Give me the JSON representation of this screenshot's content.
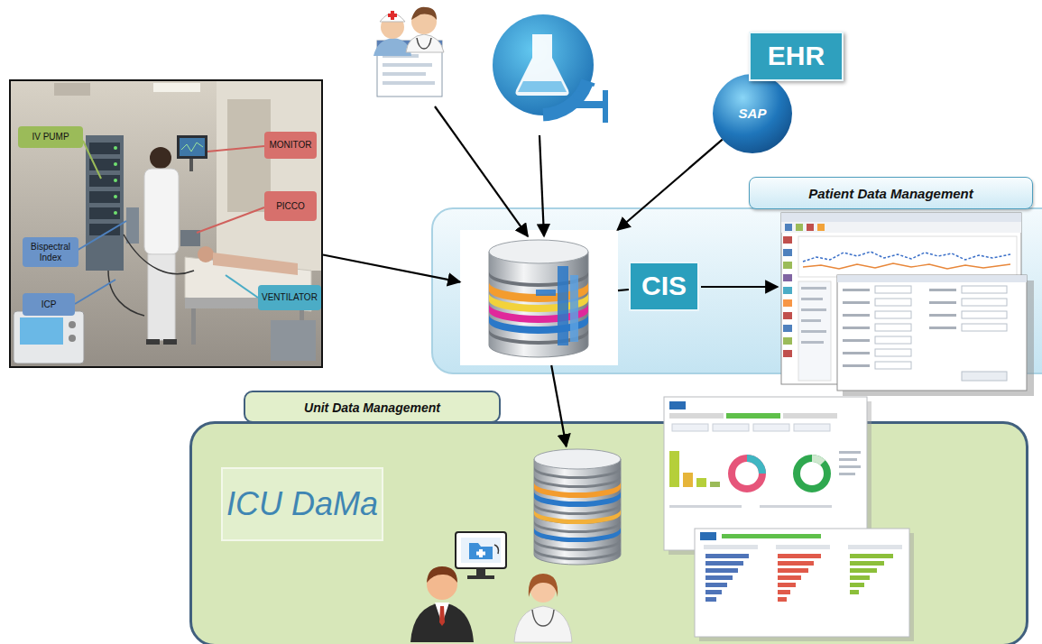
{
  "diagram": {
    "nodes": [
      {
        "text": []
      },
      {
        "text": [
          "IV PUMP"
        ],
        "in": 0
      },
      {
        "text": [
          "MONITOR"
        ],
        "in": 0
      },
      {
        "text": [
          "PICCO"
        ],
        "in": 0
      },
      {
        "text": [
          "Bispectral Index"
        ],
        "in": 0
      },
      {
        "text": [
          "ICP"
        ],
        "in": 0
      },
      {
        "text": [
          "VENTILATOR"
        ],
        "in": 0
      },
      {
        "text": [
          "EHR"
        ]
      },
      {
        "text": [
          "SAP"
        ]
      },
      {
        "text": [
          "Patient Data Management"
        ]
      },
      {
        "text": [],
        "in": 9
      },
      {
        "text": [
          "CIS"
        ],
        "in": 9
      },
      {
        "text": [
          "Unit Data Management"
        ]
      },
      {
        "text": [
          "ICU DaMa"
        ],
        "in": 12
      },
      {
        "text": [],
        "in": 12
      }
    ],
    "edges": [
      {
        "from": 0,
        "to": 10,
        "arrow": "to"
      },
      {
        "from": 8,
        "to": 10,
        "arrow": "to"
      },
      {
        "from": 10,
        "to": 11,
        "arrow": "none"
      },
      {
        "from": 10,
        "to": 14,
        "arrow": "to"
      }
    ]
  }
}
